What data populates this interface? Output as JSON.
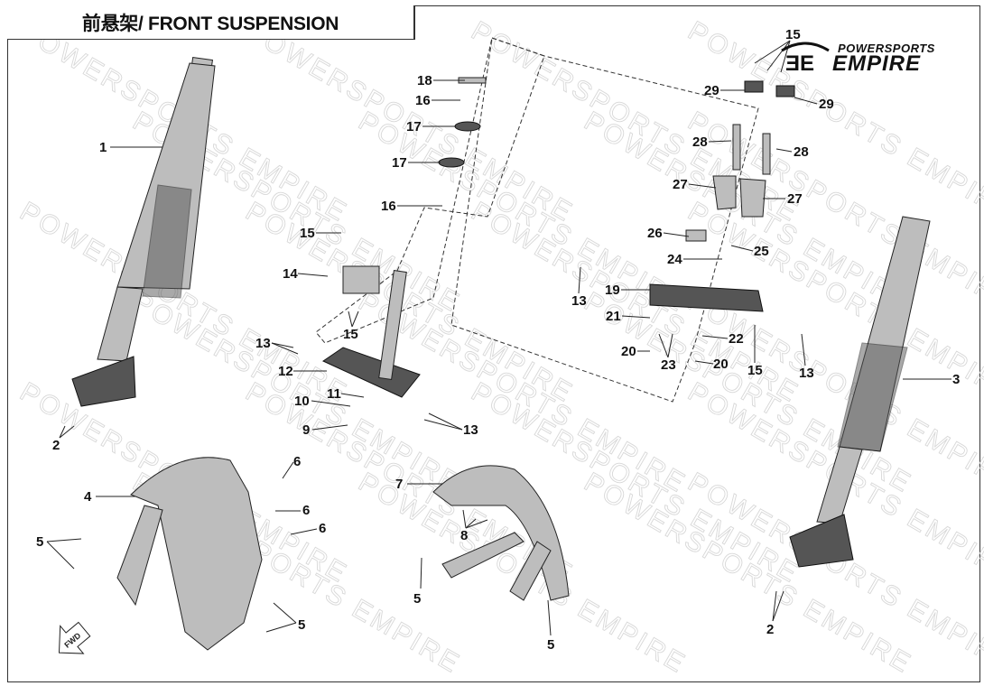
{
  "title": "前悬架/ FRONT SUSPENSION",
  "logo": {
    "line1": "POWERSPORTS",
    "line2": "EMPIRE"
  },
  "watermark": "POWERSPORTS EMPIRE",
  "direction_marker": "FWD",
  "callouts": [
    "1",
    "2",
    "4",
    "5",
    "6",
    "6",
    "6",
    "5",
    "7",
    "8",
    "5",
    "5",
    "9",
    "10",
    "11",
    "12",
    "13",
    "13",
    "14",
    "15",
    "15",
    "16",
    "16",
    "17",
    "17",
    "18",
    "19",
    "20",
    "20",
    "21",
    "22",
    "23",
    "24",
    "25",
    "26",
    "27",
    "27",
    "28",
    "28",
    "29",
    "29",
    "15",
    "15",
    "13",
    "13",
    "3",
    "2"
  ]
}
